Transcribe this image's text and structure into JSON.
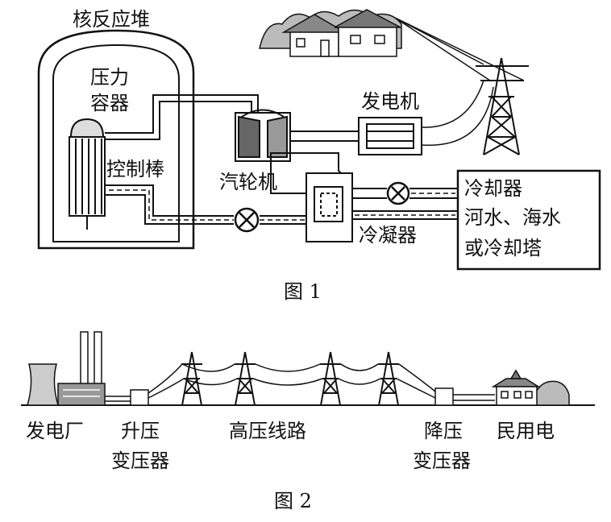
{
  "figure1": {
    "caption": "图 1",
    "reactor": "核反应堆",
    "pressure_vessel_line1": "压力",
    "pressure_vessel_line2": "容器",
    "control_rods": "控制棒",
    "turbine": "汽轮机",
    "generator": "发电机",
    "condenser": "冷凝器",
    "cooler_line1": "冷却器",
    "cooler_line2": "河水、海水",
    "cooler_line3": "或冷却塔"
  },
  "figure2": {
    "caption": "图 2",
    "power_plant": "发电厂",
    "step_up_line1": "升压",
    "step_up_line2": "变压器",
    "hv_line": "高压线路",
    "step_down_line1": "降压",
    "step_down_line2": "变压器",
    "consumer": "民用电"
  }
}
